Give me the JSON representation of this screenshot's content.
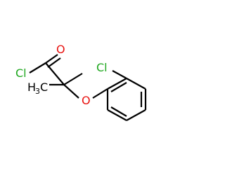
{
  "molecule": {
    "atoms": {
      "cl_acyl": {
        "symbol": "Cl",
        "color": "#1FA71F"
      },
      "carbonyl_o": {
        "symbol": "O",
        "color": "#E8120F"
      },
      "methyl": {
        "symbol": "H",
        "subscript": "3",
        "suffix": "C",
        "color": "#000000"
      },
      "ether_o": {
        "symbol": "O",
        "color": "#E8120F"
      },
      "cl_aryl": {
        "symbol": "Cl",
        "color": "#1FA71F"
      }
    },
    "colors": {
      "bond": "#000000",
      "chlorine": "#1FA71F",
      "oxygen": "#E8120F",
      "carbon": "#000000"
    }
  }
}
